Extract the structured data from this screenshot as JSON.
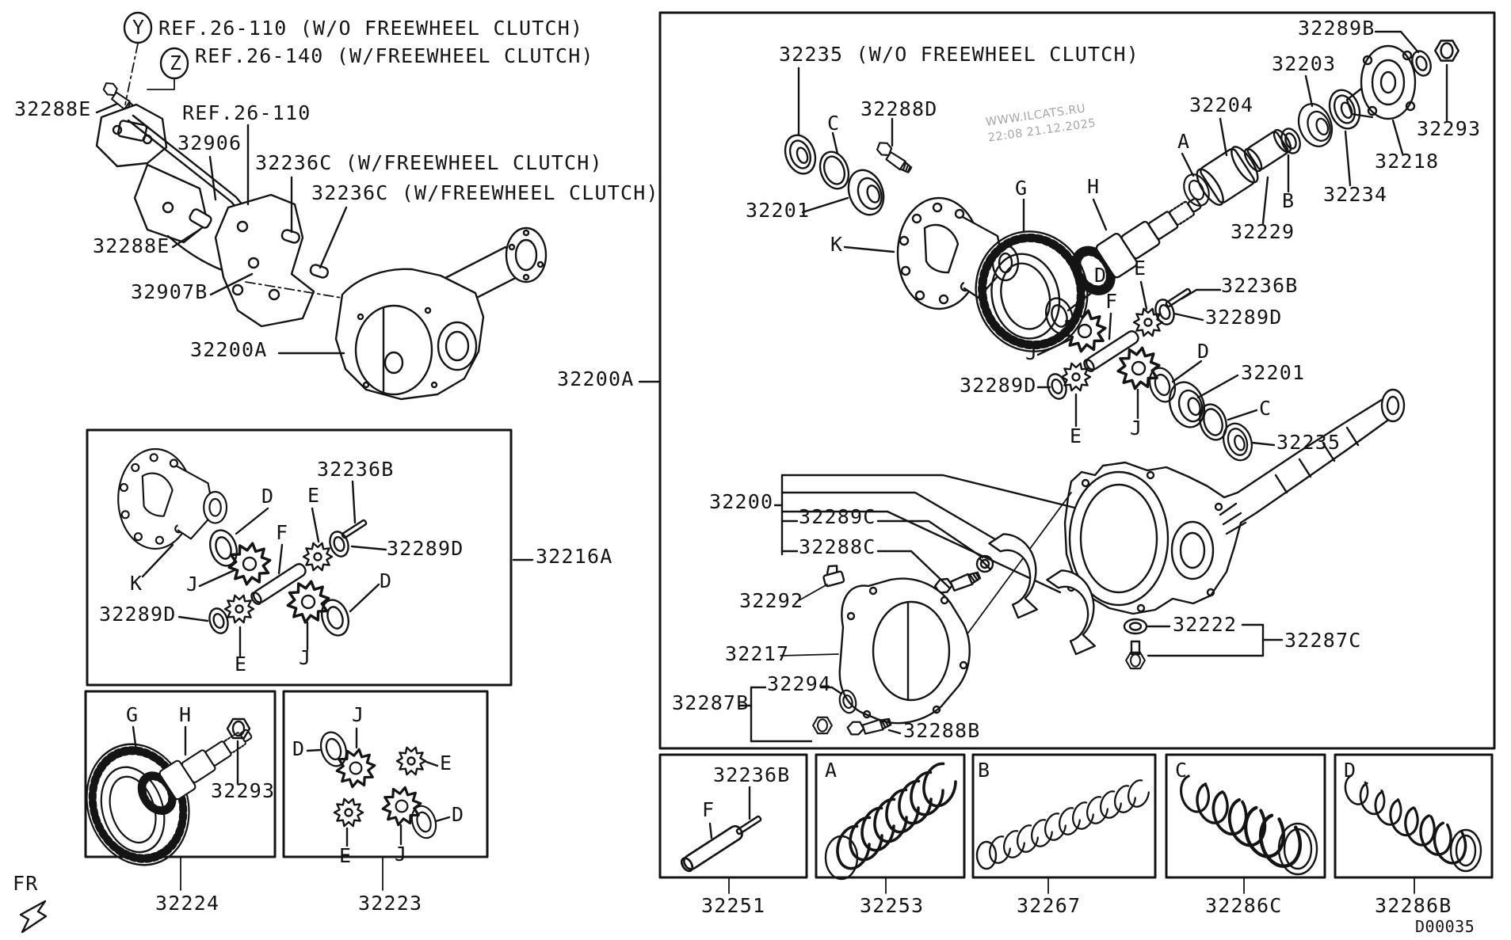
{
  "refs": {
    "y_letter": "Y",
    "z_letter": "Z",
    "ref_y": "REF.26-110 (W/O FREEWHEEL CLUTCH)",
    "ref_z": "REF.26-140 (W/FREEWHEEL CLUTCH)",
    "ref_110": "REF.26-110"
  },
  "letters": {
    "a": "A",
    "b": "B",
    "c": "C",
    "d": "D",
    "e": "E",
    "f": "F",
    "g": "G",
    "h": "H",
    "j": "J",
    "k": "K"
  },
  "parts": {
    "p32288e": "32288E",
    "p32906": "32906",
    "p32236c_fw": "32236C (W/FREEWHEEL CLUTCH)",
    "p32907b": "32907B",
    "p32200a": "32200A",
    "p32216a": "32216A",
    "p32236b": "32236B",
    "p32289d": "32289D",
    "p32224": "32224",
    "p32223": "32223",
    "p32293": "32293",
    "p32251": "32251",
    "p32253": "32253",
    "p32267": "32267",
    "p32286c": "32286C",
    "p32286b": "32286B",
    "p32235_wo": "32235 (W/O FREEWHEEL CLUTCH)",
    "p32288d": "32288D",
    "p32201": "32201",
    "p32203": "32203",
    "p32204": "32204",
    "p32289b": "32289B",
    "p32218": "32218",
    "p32234": "32234",
    "p32229": "32229",
    "p32235": "32235",
    "p32200": "32200",
    "p32289c": "32289C",
    "p32288c": "32288C",
    "p32292": "32292",
    "p32217": "32217",
    "p32294": "32294",
    "p32287b": "32287B",
    "p32288b": "32288B",
    "p32222": "32222",
    "p32287c": "32287C"
  },
  "watermark": {
    "line1": "WWW.ILCATS.RU",
    "line2": "22:08 21.12.2025"
  },
  "footer": {
    "drawing_number": "D00035",
    "direction_label": "FR"
  }
}
